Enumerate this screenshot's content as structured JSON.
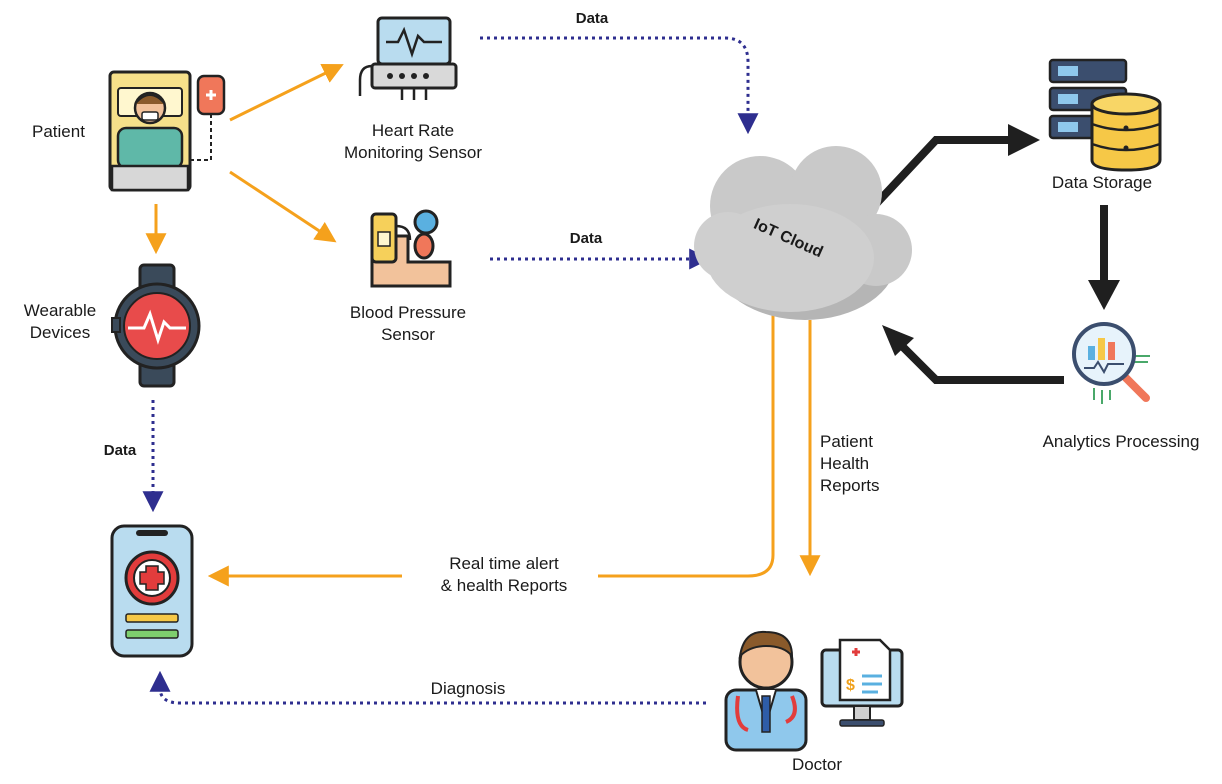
{
  "nodes": {
    "patient": "Patient",
    "heart_rate_sensor": "Heart Rate\nMonitoring Sensor",
    "blood_pressure_sensor": "Blood Pressure\nSensor",
    "wearable_devices": "Wearable\nDevices",
    "iot_cloud": "IoT Cloud",
    "data_storage": "Data Storage",
    "analytics_processing": "Analytics Processing",
    "doctor": "Doctor"
  },
  "edges": {
    "heart_to_cloud": "Data",
    "bp_to_cloud": "Data",
    "wearable_to_phone": "Data",
    "cloud_to_doctor": "Patient\nHealth\nReports",
    "cloud_to_phone": "Real time alert\n& health Reports",
    "doctor_to_phone": "Diagnosis"
  },
  "icons": [
    "patient-bed-icon",
    "heart-monitor-icon",
    "blood-pressure-icon",
    "smartwatch-icon",
    "cloud-icon",
    "database-server-icon",
    "analytics-magnifier-icon",
    "mobile-phone-icon",
    "doctor-icon",
    "medical-bill-monitor-icon"
  ],
  "colors": {
    "orange_arrow": "#f5a11c",
    "dotted_arrow": "#2e2e8f",
    "black_arrow": "#1f1f1f",
    "cloud": "#c9c9c9",
    "phone_red": "#e23c3c",
    "phone_body": "#b9dcef",
    "doctor_panel": "#eeeeee"
  }
}
